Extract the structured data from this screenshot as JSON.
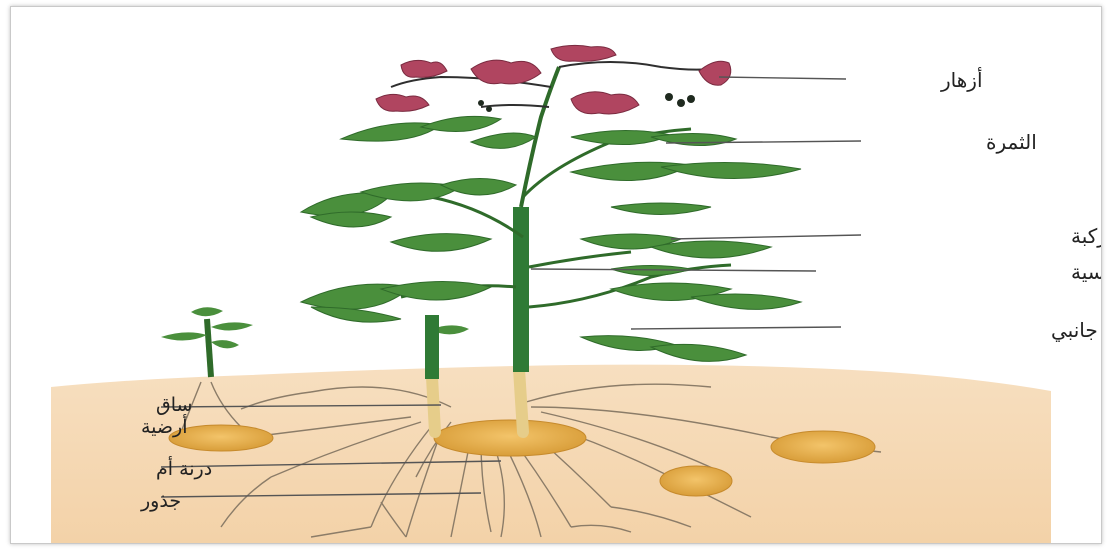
{
  "labels": {
    "flowers": "أزهار",
    "fruit": "الثمرة",
    "compound_leaf": "ورقة مركبة",
    "main_stems": "سيقان رئيسية",
    "side_stem": "ساق جانبي",
    "underground_stem_line1": "ساق",
    "underground_stem_line2": "أرضية",
    "mother_tuber": "درنة أم",
    "roots": "جذور"
  },
  "colors": {
    "soil": "#f6dbb8",
    "leaf": "#4a8f3c",
    "leaf_dark": "#2f6b2a",
    "stem": "#2f7a35",
    "flower": "#b04560",
    "tuber": "#e2a640",
    "root": "#8a7a66"
  }
}
